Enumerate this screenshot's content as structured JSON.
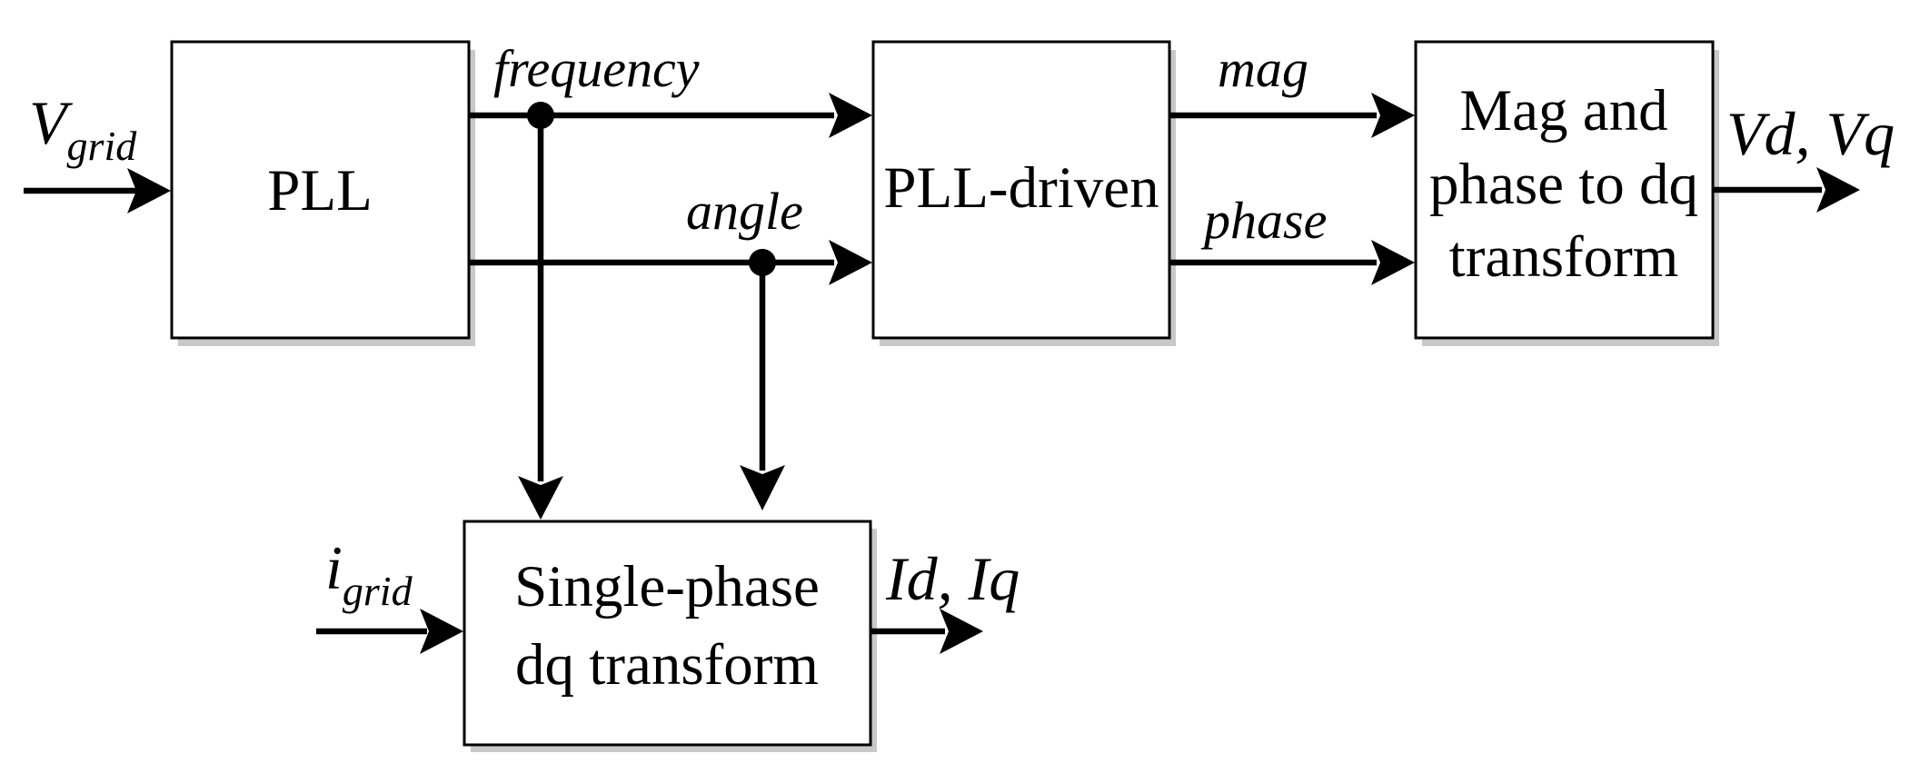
{
  "blocks": {
    "pll": {
      "lines": [
        "PLL"
      ]
    },
    "pll_driven": {
      "lines": [
        "PLL-driven"
      ]
    },
    "mag_phase_dq": {
      "lines": [
        "Mag and",
        "phase to dq",
        "transform"
      ]
    },
    "single_phase_dq": {
      "lines": [
        "Single-phase",
        "dq transform"
      ]
    }
  },
  "signals": {
    "v_grid": {
      "base": "V",
      "sub": "grid"
    },
    "i_grid": {
      "base": "i",
      "sub": "grid"
    },
    "frequency": "frequency",
    "angle": "angle",
    "mag": "mag",
    "phase": "phase",
    "vd_vq": "Vd, Vq",
    "id_iq": "Id, Iq"
  }
}
